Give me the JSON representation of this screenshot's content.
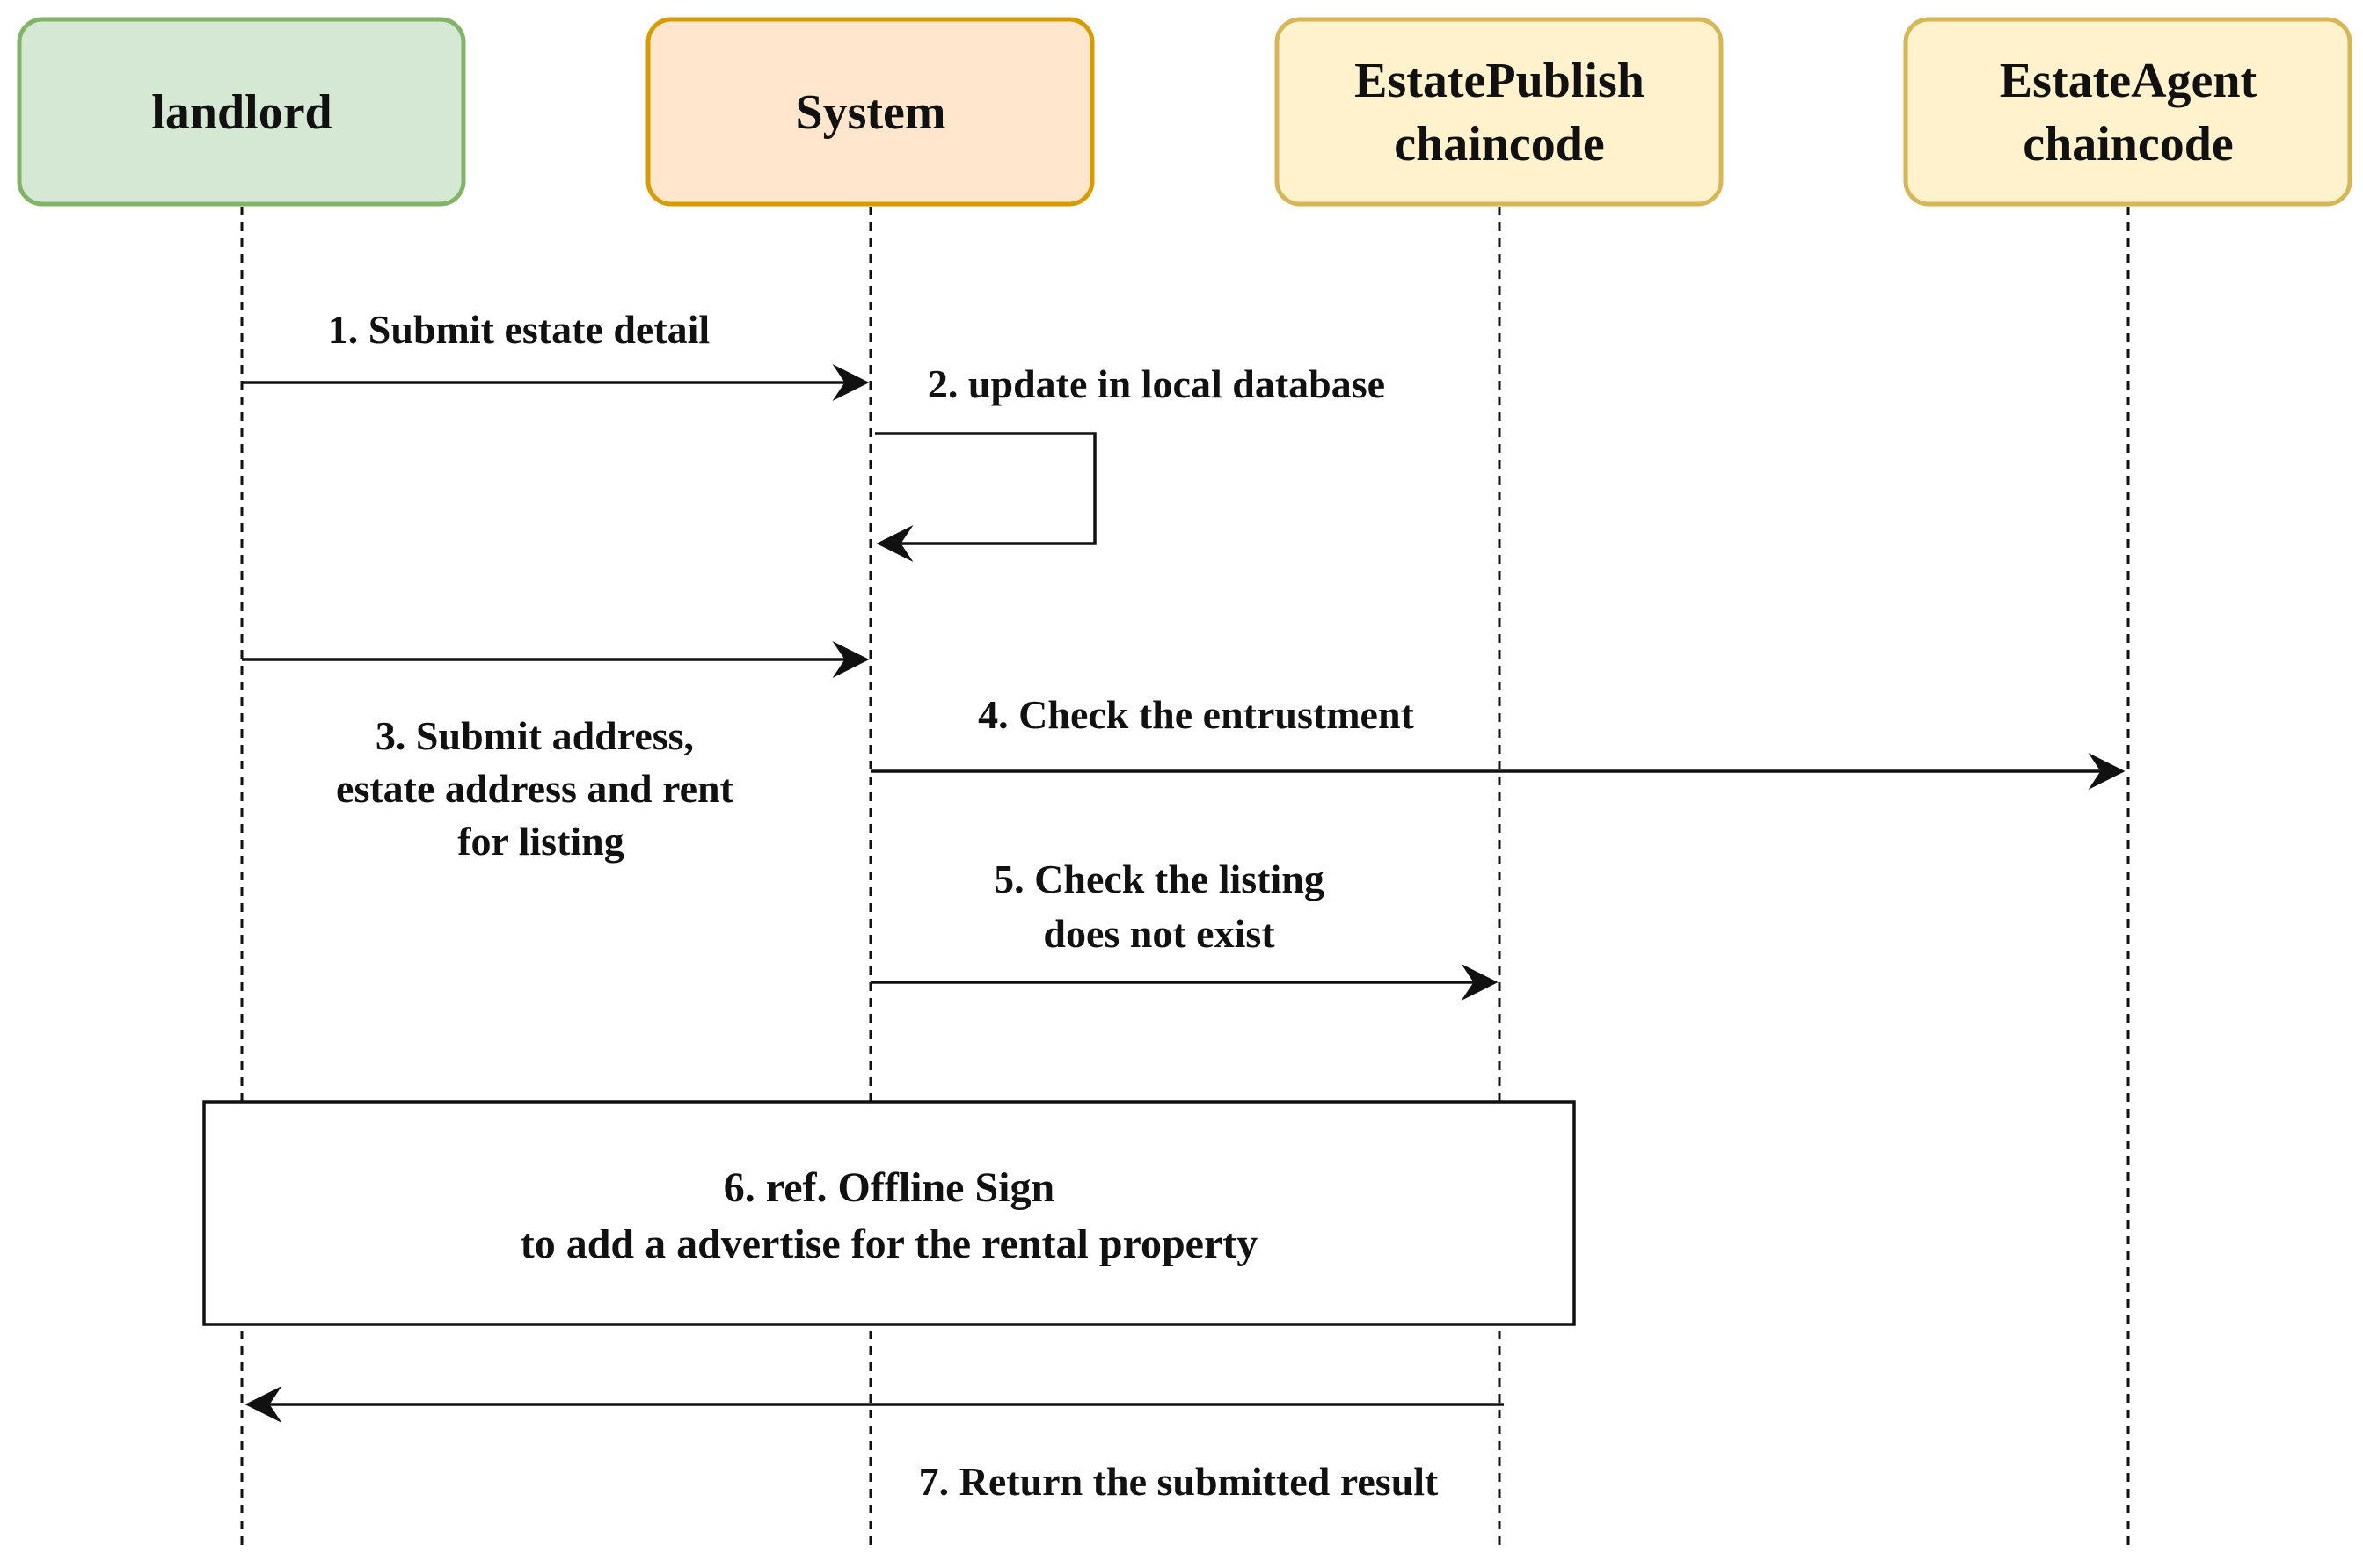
{
  "actors": [
    {
      "lines": [
        "landlord"
      ],
      "fill": "#d5e8d4",
      "stroke": "#82b366"
    },
    {
      "lines": [
        "System"
      ],
      "fill": "#ffe6cc",
      "stroke": "#d79b00"
    },
    {
      "lines": [
        "EstatePublish",
        "chaincode"
      ],
      "fill": "#fff2cc",
      "stroke": "#d6b656"
    },
    {
      "lines": [
        "EstateAgent",
        "chaincode"
      ],
      "fill": "#fff2cc",
      "stroke": "#d6b656"
    }
  ],
  "messages": [
    {
      "from": 0,
      "to": 1,
      "lines": [
        "1. Submit estate detail"
      ]
    },
    {
      "from": 1,
      "to": 1,
      "lines": [
        "2. update in local database"
      ],
      "self": true
    },
    {
      "from": 0,
      "to": 1,
      "lines": [
        "3. Submit address,",
        "estate address and rent",
        "for listing"
      ]
    },
    {
      "from": 1,
      "to": 3,
      "lines": [
        "4. Check the entrustment"
      ]
    },
    {
      "from": 1,
      "to": 2,
      "lines": [
        "5. Check the listing",
        "does not exist"
      ]
    },
    {
      "from": 2,
      "to": 0,
      "lines": [
        "7. Return the submitted result"
      ]
    }
  ],
  "ref": {
    "lines": [
      "6. ref. Offline Sign",
      "to add a advertise for the rental property"
    ]
  }
}
